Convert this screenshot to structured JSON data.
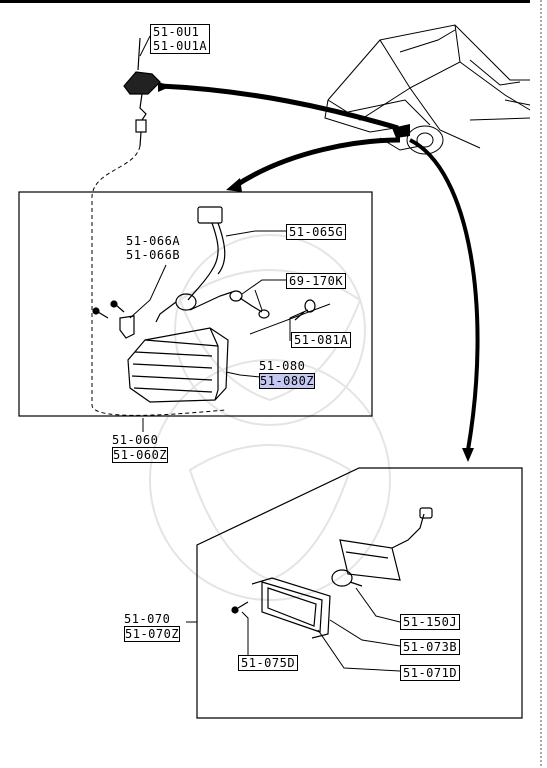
{
  "callouts": {
    "antenna": [
      "51-0U1",
      "51-0U1A"
    ],
    "socket": "51-065G",
    "bracket": [
      "51-066A",
      "51-066B"
    ],
    "bulb": "69-170K",
    "screw": "51-081A",
    "lens": [
      "51-080",
      "51-080Z"
    ],
    "front_assembly": [
      "51-060",
      "51-060Z"
    ],
    "side_assembly": [
      "51-070",
      "51-070Z"
    ],
    "side_bulb": "51-150J",
    "side_gasket": "51-073B",
    "side_lens": "51-071D",
    "side_screw": "51-075D"
  },
  "highlight": {
    "color": "#c4c8f0",
    "label": "51-080Z"
  }
}
